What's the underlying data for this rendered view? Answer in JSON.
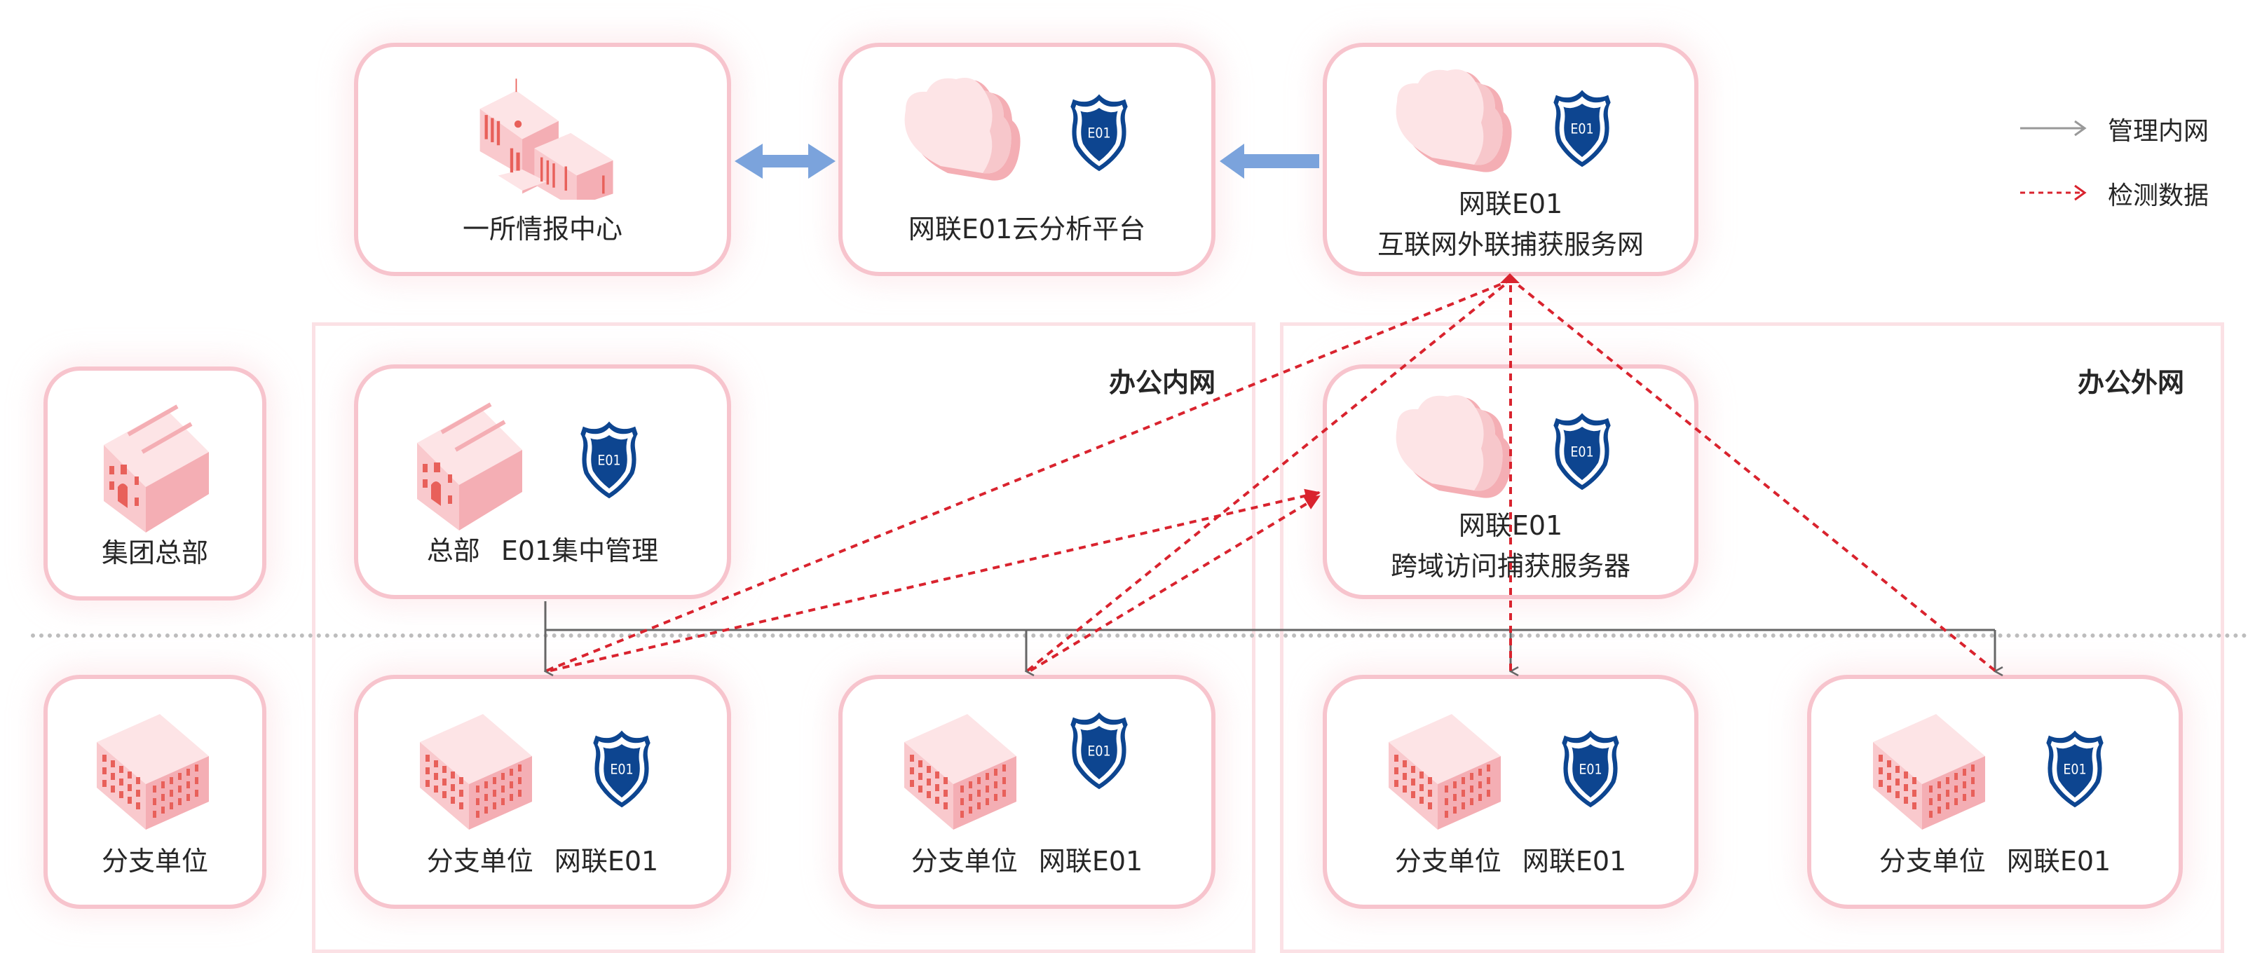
{
  "legend": {
    "items": [
      {
        "label": "管理内网",
        "style": "solid-gray"
      },
      {
        "label": "检测数据",
        "style": "dashed-red"
      }
    ]
  },
  "regions": {
    "inner": {
      "title": "办公内网"
    },
    "outer": {
      "title": "办公外网"
    }
  },
  "top_row": {
    "intel_center": {
      "label": "一所情报中心",
      "icon": "government-building-icon"
    },
    "cloud_platform": {
      "label": "网联E01云分析平台",
      "icon": "cloud-icon",
      "badge": "E01"
    },
    "capture_service": {
      "label_line1": "网联E01",
      "label_line2": "互联网外联捕获服务网",
      "icon": "cloud-icon",
      "badge": "E01"
    }
  },
  "left_column": {
    "group_hq": {
      "label": "集团总部",
      "icon": "headquarters-building-icon"
    },
    "branch": {
      "label": "分支单位",
      "icon": "office-building-icon"
    }
  },
  "middle_row": {
    "hq_management": {
      "label_a": "总部",
      "label_b": "E01集中管理",
      "icon": "headquarters-building-icon",
      "badge": "E01"
    },
    "cross_domain": {
      "label_line1": "网联E01",
      "label_line2": "跨域访问捕获服务器",
      "icon": "cloud-icon",
      "badge": "E01"
    }
  },
  "branches": [
    {
      "label_a": "分支单位",
      "label_b": "网联E01",
      "badge": "E01"
    },
    {
      "label_a": "分支单位",
      "label_b": "网联E01",
      "badge": "E01"
    },
    {
      "label_a": "分支单位",
      "label_b": "网联E01",
      "badge": "E01"
    },
    {
      "label_a": "分支单位",
      "label_b": "网联E01",
      "badge": "E01"
    }
  ],
  "colors": {
    "card_border": "#f7c4cd",
    "frame_border": "#fbe1e5",
    "badge_blue": "#0d4590",
    "flow_arrow_blue": "#7ba3dc",
    "management_line": "#666666",
    "detection_line": "#d9232e"
  }
}
